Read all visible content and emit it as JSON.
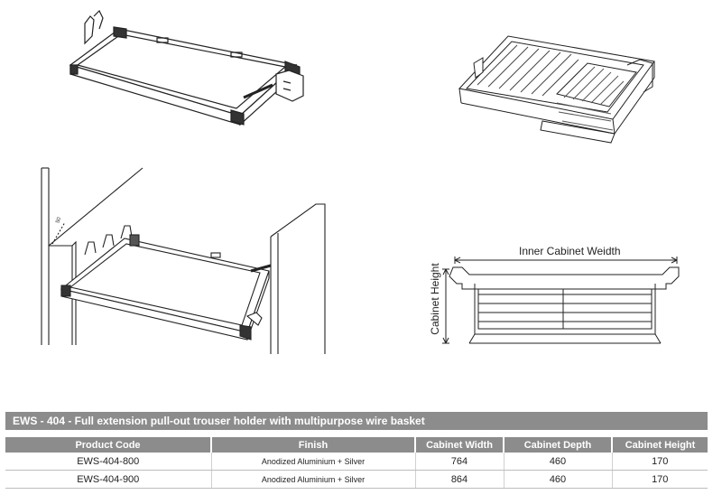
{
  "diagrams": {
    "inner_width_label": "Inner Cabinet Weidth",
    "cabinet_height_label": "Cabinet Height",
    "dimension_mark": "50",
    "items": [
      {
        "name": "drawer-frame-top-left",
        "kind": "line-drawing"
      },
      {
        "name": "wire-basket-top-right",
        "kind": "line-drawing"
      },
      {
        "name": "installed-in-cabinet",
        "kind": "line-drawing"
      },
      {
        "name": "basket-dimension-diagram",
        "kind": "line-drawing"
      }
    ]
  },
  "spec": {
    "title": "EWS - 404 - Full extension pull-out trouser holder with multipurpose wire basket",
    "headers": [
      "Product Code",
      "Finish",
      "Cabinet Width",
      "Cabinet Depth",
      "Cabinet Height"
    ],
    "rows": [
      [
        "EWS-404-800",
        "Anodized Aluminium + Silver",
        "764",
        "460",
        "170"
      ],
      [
        "EWS-404-900",
        "Anodized Aluminium + Silver",
        "864",
        "460",
        "170"
      ]
    ]
  }
}
